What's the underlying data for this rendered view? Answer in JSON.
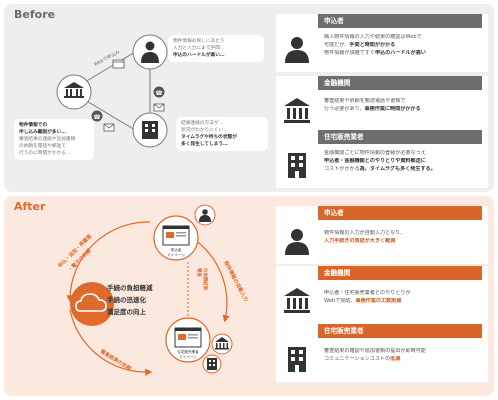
{
  "before": {
    "title": "Before",
    "diagram": {
      "web_label": "Webで申込み",
      "bubble_applicant": [
        "物件情報お探しにあたり",
        "入力と入力にまで手間…",
        "申込のハードルが高い…"
      ],
      "bubble_finance": [
        "物件情報での",
        "申し込み離脱が多い…",
        "審査結果の連絡や追加書類",
        "の依頼を電話や郵送で",
        "行うのに時間がかかる…"
      ],
      "bubble_realestate": [
        "結果連絡の方法が…",
        "状況がわかりにくい…",
        "タイムラグや待ちの状態が",
        "多く発生してしまう…"
      ]
    },
    "cards": [
      {
        "title": "申込者",
        "lines": [
          {
            "text": "購入物件情報の入力や結果の確認はWebで"
          },
          {
            "text": "可能だが、",
            "bold": "手間と時間がかかる"
          },
          {
            "text": "物件情報が煩雑ですぐ",
            "bold": "申込のハードルが高い"
          }
        ]
      },
      {
        "title": "金融機関",
        "lines": [
          {
            "text": "審査結果や依頼を郵送電話や書類で"
          },
          {
            "text": "行う必要があり、",
            "bold": "事務作業に時間がかかる"
          }
        ]
      },
      {
        "title": "住宅販売業者",
        "lines": [
          {
            "text": "金融機関ごとに物件情報の登録が必要なうえ"
          },
          {
            "bold": "申込者・金融機関とのやりとりや資料郵送に"
          },
          {
            "text": "コストがかかる",
            "bold": "為、タイムラグも多く発生する。"
          }
        ]
      }
    ]
  },
  "after": {
    "title": "After",
    "diagram": {
      "left_label": [
        "申込・追加・再審査",
        "・電子の依頼"
      ],
      "right_label": "物件情報の自動入力",
      "bottom_label": "審査結果の依頼",
      "mid_label": [
        "審査",
        "の依頼結果"
      ],
      "top_screen_label": [
        "申込者",
        "マイページ"
      ],
      "bottom_screen_label": [
        "住宅販売業者",
        "マイページ"
      ],
      "center": [
        "手続の負担軽減",
        "手続の迅速化",
        "満足度の向上"
      ]
    },
    "cards": [
      {
        "title": "申込者",
        "lines": [
          {
            "text": "物件情報の入力が自動入力となり、"
          },
          {
            "bold": "入力手続きの負担が大きく軽減"
          }
        ]
      },
      {
        "title": "金融機関",
        "lines": [
          {
            "text": "申込者・住宅販売業者とのやりとりが"
          },
          {
            "text": "Webで完結、",
            "bold": "事務作業の工数削減"
          }
        ]
      },
      {
        "title": "住宅販売業者",
        "lines": [
          {
            "text": "審査結果の確認や追加書類の提出が即時可能"
          },
          {
            "text": "コミュニケーションコストの",
            "bold": "低減"
          }
        ]
      }
    ]
  },
  "colors": {
    "orange": "#e06a2c",
    "gray": "#6e6e6e",
    "dark": "#333333"
  },
  "icons": [
    "person-icon",
    "bank-icon",
    "building-icon",
    "phone-icon",
    "mail-icon",
    "web-icon",
    "cloud-icon",
    "browser-icon"
  ]
}
